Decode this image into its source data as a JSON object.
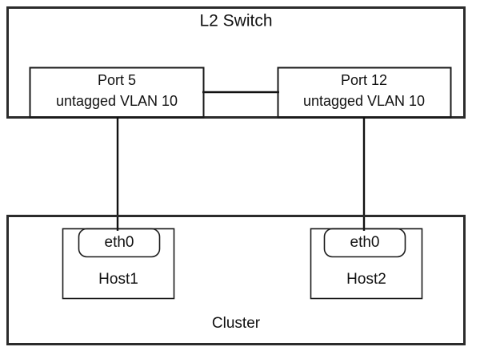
{
  "diagram": {
    "type": "network-topology",
    "background_color": "#d9d9d9",
    "canvas_color": "#ffffff",
    "line_color": "#1a1a1a",
    "switch": {
      "title": "L2 Switch",
      "ports": [
        {
          "id": "port-5",
          "name": "Port 5",
          "vlan_line": "untagged VLAN 10",
          "vlan_id": "10",
          "vlan_mode": "untagged"
        },
        {
          "id": "port-12",
          "name": "Port 12",
          "vlan_line": "untagged VLAN 10",
          "vlan_id": "10",
          "vlan_mode": "untagged"
        }
      ]
    },
    "cluster": {
      "title": "Cluster",
      "hosts": [
        {
          "id": "host-1",
          "name": "Host1",
          "interface": "eth0",
          "connected_port": "Port 5"
        },
        {
          "id": "host-2",
          "name": "Host2",
          "interface": "eth0",
          "connected_port": "Port 12"
        }
      ]
    },
    "links": [
      {
        "from": "Port 5",
        "to": "Host1 eth0"
      },
      {
        "from": "Port 12",
        "to": "Host2 eth0"
      },
      {
        "from": "Port 5",
        "to": "Port 12"
      }
    ]
  }
}
